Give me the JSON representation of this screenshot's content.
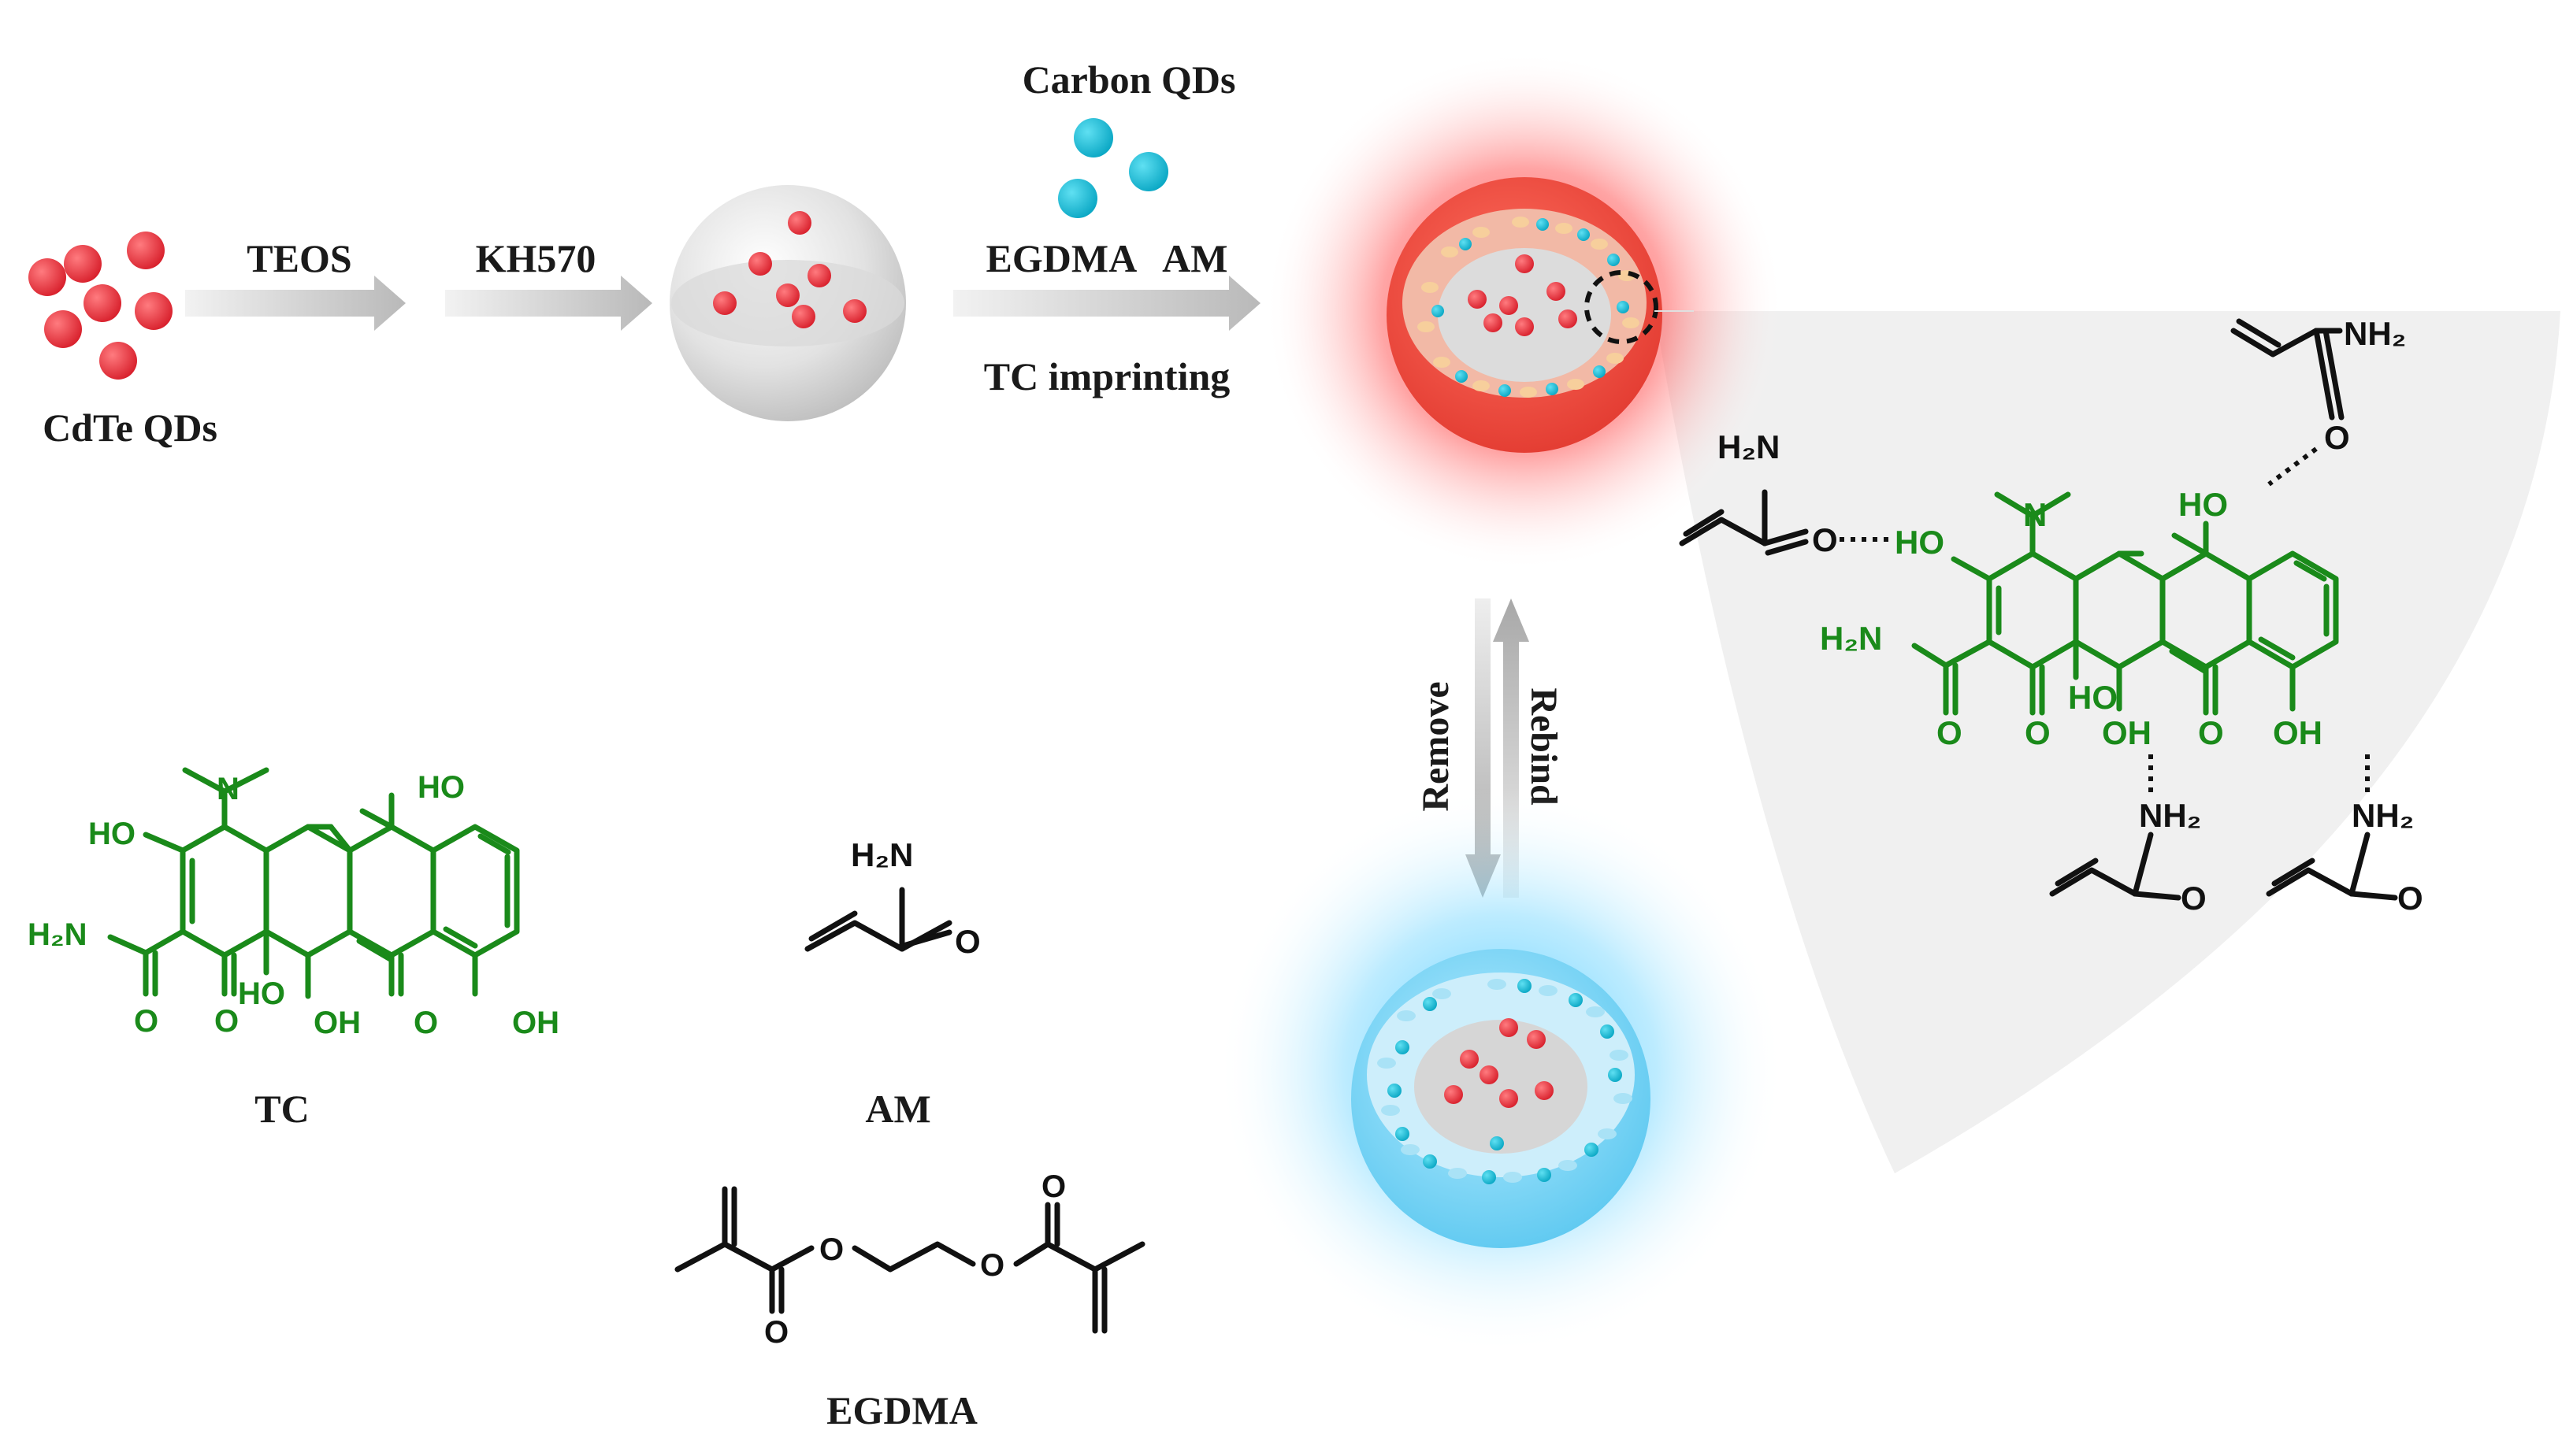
{
  "labels": {
    "cdte_qds": "CdTe QDs",
    "teos": "TEOS",
    "kh570": "KH570",
    "carbon_qds": "Carbon QDs",
    "egdma_am": "EGDMA   AM",
    "tc_imprinting": "TC imprinting",
    "remove": "Remove",
    "rebind": "Rebind",
    "tc": "TC",
    "am": "AM",
    "egdma": "EGDMA"
  },
  "chem": {
    "n": "N",
    "ho": "HO",
    "oh": "OH",
    "o": "O",
    "h2n": "H₂N",
    "nh2": "NH₂"
  },
  "colors": {
    "cdte_red": "#e8323c",
    "carbon_cyan": "#19bcd6",
    "tc_green": "#1a8a1a",
    "red_glow": "#ff4040",
    "blue_glow": "#40c8ff",
    "panel_gray": "#f0f0f0"
  }
}
